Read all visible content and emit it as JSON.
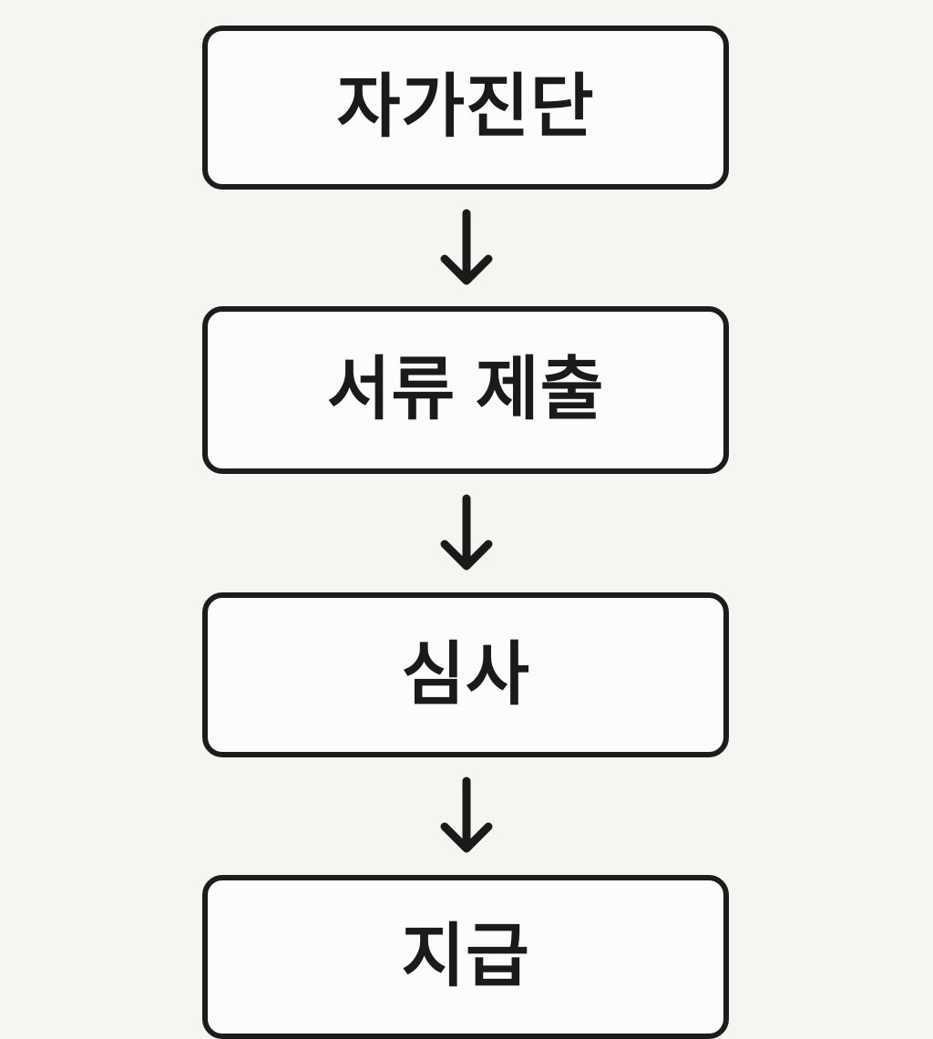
{
  "diagram": {
    "title": "",
    "type": "vertical-flowchart",
    "background_color": "#f7f5f0",
    "node_fill_color": "#fdfcfa",
    "node_border_color": "#1c1c1c",
    "text_color": "#1a1a1a",
    "arrow_color": "#1a1a1a",
    "nodes": [
      {
        "id": "node-1",
        "label": "자가진단"
      },
      {
        "id": "node-2",
        "label": "서류 제출"
      },
      {
        "id": "node-3",
        "label": "심사"
      },
      {
        "id": "node-4",
        "label": "지급"
      }
    ],
    "connectors": [
      {
        "id": "arrow-1",
        "from": "node-1",
        "to": "node-2",
        "direction": "down"
      },
      {
        "id": "arrow-2",
        "from": "node-2",
        "to": "node-3",
        "direction": "down"
      },
      {
        "id": "arrow-3",
        "from": "node-3",
        "to": "node-4",
        "direction": "down"
      }
    ]
  }
}
